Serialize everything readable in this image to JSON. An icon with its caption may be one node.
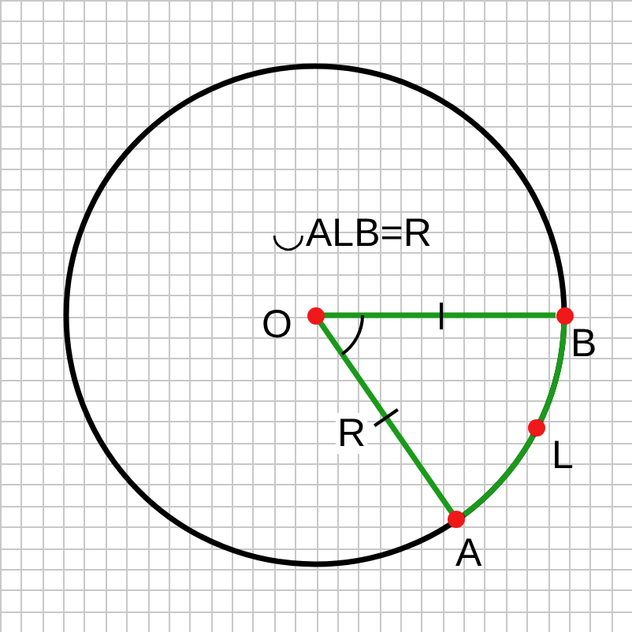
{
  "diagram": {
    "nodes": [
      {
        "text": [],
        "shape": "circle"
      },
      {
        "text": [],
        "shape": "circle"
      },
      {
        "text": [],
        "shape": "circle"
      },
      {
        "text": [],
        "shape": "circle"
      }
    ],
    "edges": [
      {
        "from": 0,
        "to": 1,
        "arrow": "none"
      },
      {
        "from": 0,
        "to": 3,
        "arrow": "none",
        "label": "R"
      },
      {
        "from": 1,
        "to": 2,
        "arrow": "none"
      },
      {
        "from": 2,
        "to": 3,
        "arrow": "none"
      }
    ],
    "labels": [
      "◡ALB=R",
      "O",
      "B",
      "L",
      "A"
    ]
  }
}
